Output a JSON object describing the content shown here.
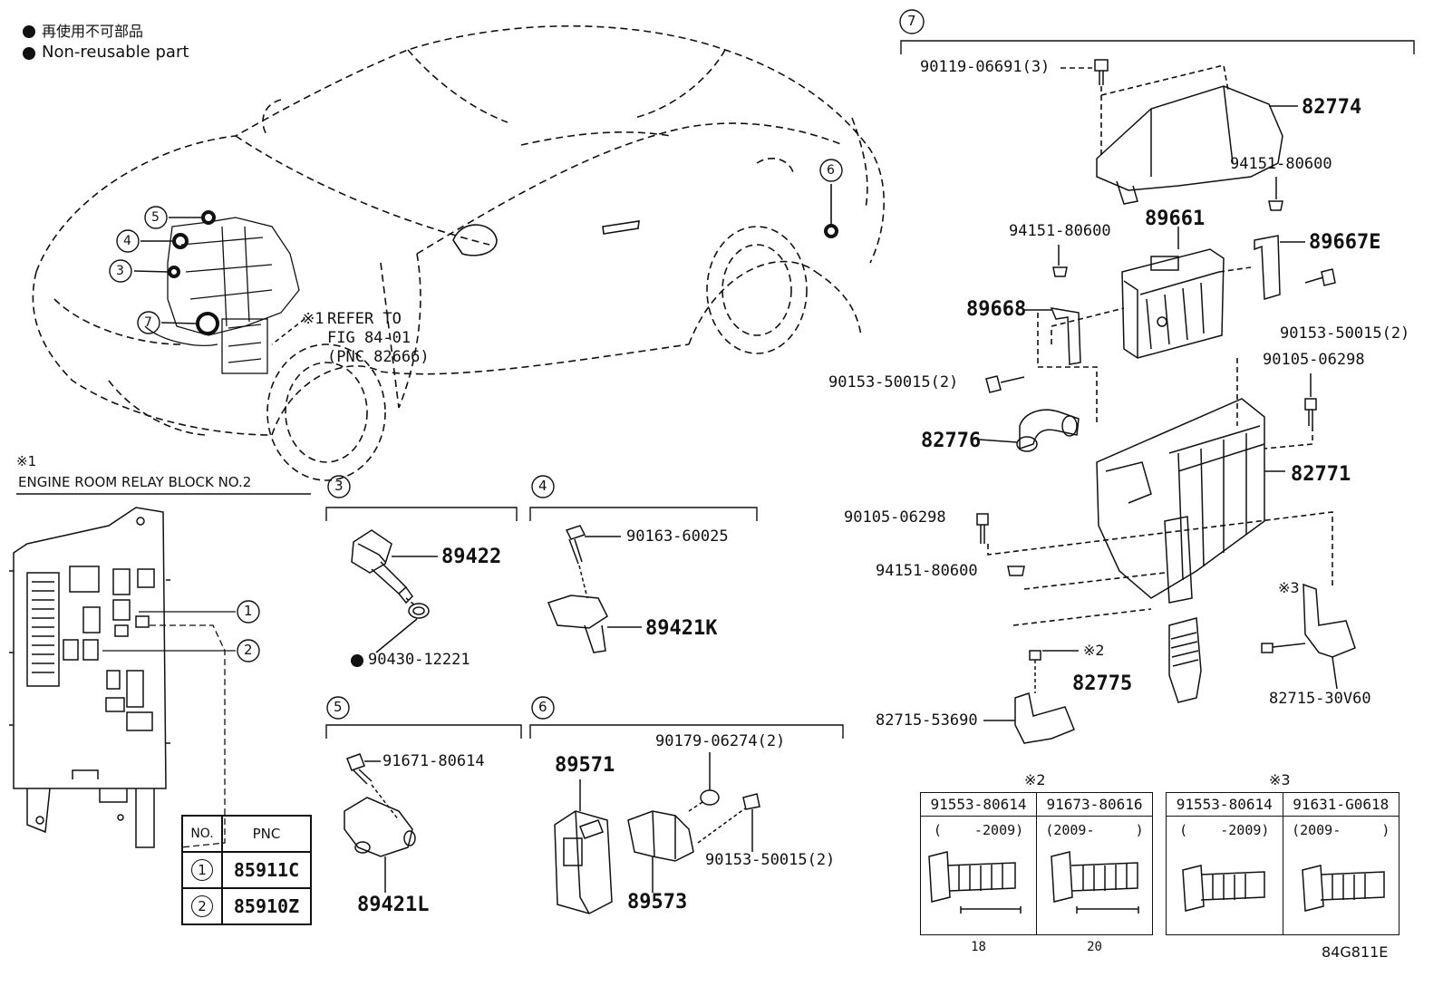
{
  "legend": {
    "jp": "再使用不可部品",
    "en": "Non-reusable part"
  },
  "car_callouts": [
    "5",
    "4",
    "3",
    "7",
    "6"
  ],
  "refer_note": {
    "mark": "※1",
    "line1": "REFER TO",
    "line2": "FIG 84-01",
    "line3": "(PNC 82666)"
  },
  "relay_block": {
    "mark": "※1",
    "title": "ENGINE ROOM RELAY BLOCK  NO.2",
    "callouts": [
      "1",
      "2"
    ]
  },
  "pnc_table": {
    "headers": [
      "NO.",
      "PNC"
    ],
    "rows": [
      {
        "no": "1",
        "pnc": "85911C"
      },
      {
        "no": "2",
        "pnc": "85910Z"
      }
    ]
  },
  "group3": {
    "num": "3",
    "parts": {
      "sensor": "89422",
      "gasket": "90430-12221"
    }
  },
  "group4": {
    "num": "4",
    "parts": {
      "bolt": "90163-60025",
      "sensor": "89421K"
    }
  },
  "group5": {
    "num": "5",
    "parts": {
      "bolt": "91671-80614",
      "sensor": "89421L"
    }
  },
  "group6": {
    "num": "6",
    "parts": {
      "nut": "90179-06274(2)",
      "module": "89571",
      "bolt": "90153-50015(2)",
      "bracket": "89573"
    }
  },
  "group7": {
    "num": "7",
    "parts": {
      "p_90119": "90119-06691(3)",
      "p_82774": "82774",
      "p_94151a": "94151-80600",
      "p_89661": "89661",
      "p_94151b": "94151-80600",
      "p_89667e": "89667E",
      "p_89668": "89668",
      "p_90153a": "90153-50015(2)",
      "p_90153b": "90153-50015(2)",
      "p_90105a": "90105-06298",
      "p_82776": "82776",
      "p_82771": "82771",
      "p_90105b": "90105-06298",
      "p_94151c": "94151-80600",
      "mark2": "※2",
      "mark3": "※3",
      "p_82775": "82775",
      "p_82715a": "82715-53690",
      "p_82715b": "82715-30V60"
    }
  },
  "bolt_tables": [
    {
      "mark": "※2",
      "cols": [
        {
          "part": "91553-80614",
          "range": "(    -2009)",
          "dim": "18"
        },
        {
          "part": "91673-80616",
          "range": "(2009-     )",
          "dim": "20"
        }
      ]
    },
    {
      "mark": "※3",
      "cols": [
        {
          "part": "91553-80614",
          "range": "(    -2009)",
          "dim": ""
        },
        {
          "part": "91631-G0618",
          "range": "(2009-     )",
          "dim": ""
        }
      ]
    }
  ],
  "figure_id": "84G811E"
}
